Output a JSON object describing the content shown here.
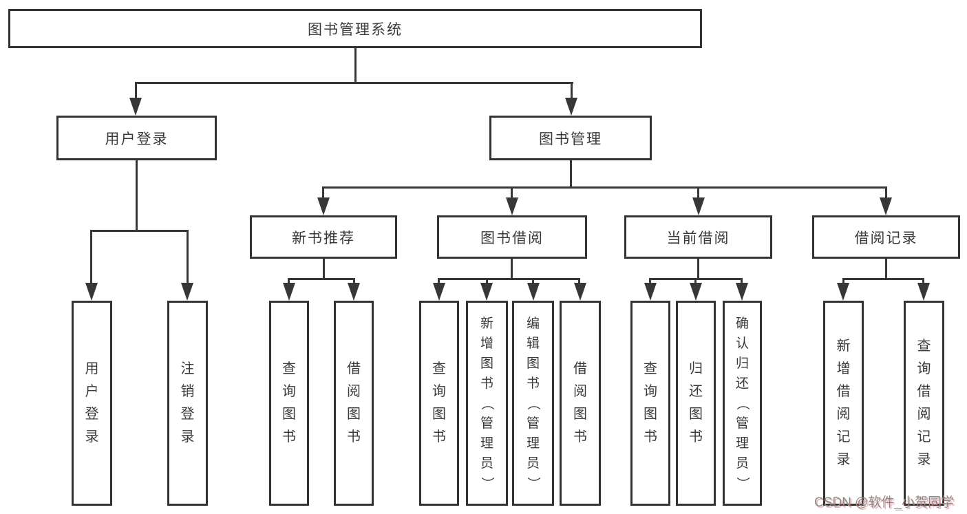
{
  "diagram": {
    "root": {
      "label": "图书管理系统"
    },
    "level2": {
      "user_login": {
        "label": "用户登录"
      },
      "book_mgmt": {
        "label": "图书管理"
      }
    },
    "level3": {
      "new_book_rec": {
        "label": "新书推荐"
      },
      "book_borrow": {
        "label": "图书借阅"
      },
      "current_borrow": {
        "label": "当前借阅"
      },
      "borrow_record": {
        "label": "借阅记录"
      }
    },
    "leaves": {
      "user_login": {
        "label": "用户登录"
      },
      "logout": {
        "label": "注销登录"
      },
      "nbr_query": {
        "label": "查询图书"
      },
      "nbr_borrow": {
        "label": "借阅图书"
      },
      "bb_query": {
        "label": "查询图书"
      },
      "bb_add": {
        "label": "新增图书（管理员）"
      },
      "bb_edit": {
        "label": "编辑图书（管理员）"
      },
      "bb_borrow": {
        "label": "借阅图书"
      },
      "cb_query": {
        "label": "查询图书"
      },
      "cb_return": {
        "label": "归还图书"
      },
      "cb_confirm": {
        "label": "确认归还（管理员）"
      },
      "br_add": {
        "label": "新增借阅记录"
      },
      "br_query": {
        "label": "查询借阅记录"
      }
    }
  },
  "watermark": {
    "text": "CSDN @软件_小贺同学"
  },
  "colors": {
    "line": "#373737",
    "border": "#323232",
    "text": "#3a3a3a",
    "background": "#ffffff",
    "watermark_gray": "#8c8c8c",
    "watermark_red": "#d25050"
  }
}
